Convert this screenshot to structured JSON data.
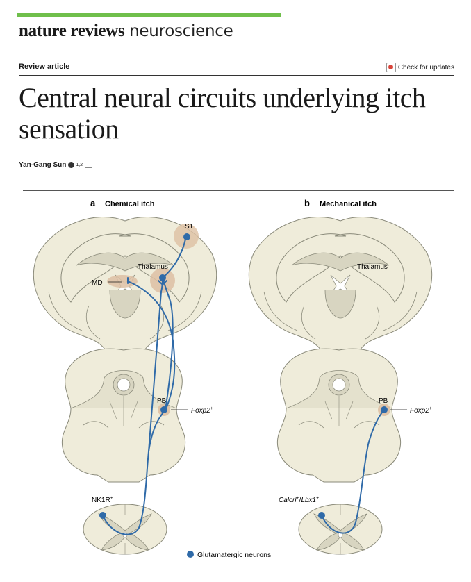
{
  "journal": {
    "name_bold": "nature reviews",
    "name_light": "neuroscience"
  },
  "article_type": "Review article",
  "check_updates": "Check for updates",
  "title": "Central neural circuits underlying itch sensation",
  "author": {
    "name": "Yan-Gang Sun",
    "affiliations": "1,2"
  },
  "figure": {
    "panel_a": {
      "letter": "a",
      "title": "Chemical itch"
    },
    "panel_b": {
      "letter": "b",
      "title": "Mechanical itch"
    },
    "labels": {
      "s1": "S1",
      "md": "MD",
      "thalamus": "Thalamus",
      "pb": "PB",
      "foxp2": "Foxp2",
      "foxp2_sup": "+",
      "nk1r": "NK1R",
      "nk1r_sup": "+",
      "calcrl": "Calcrl",
      "calcrl_sup": "+",
      "slash": "/",
      "lbx1": "Lbx1",
      "lbx1_sup": "+"
    },
    "legend": "Glutamatergic neurons",
    "colors": {
      "neuron": "#2f6aa8",
      "tissue": "#efecda",
      "tissue_line": "#8a8a7a",
      "region": "#ddc0a3",
      "inner": "#d8d5c1"
    }
  }
}
